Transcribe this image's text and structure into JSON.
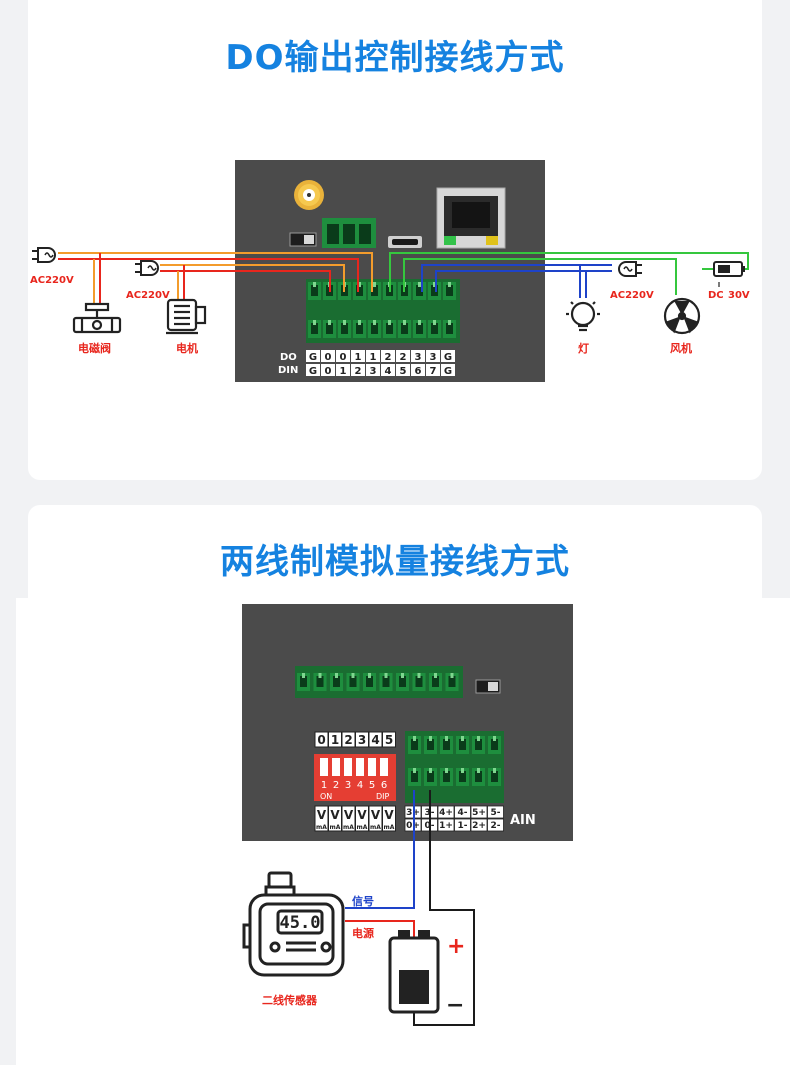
{
  "section1": {
    "title": "DO输出控制接线方式",
    "left_labels": {
      "ac_top": "AC220V",
      "ac_mid": "AC220V",
      "valve": "电磁阀",
      "motor": "电机"
    },
    "right_labels": {
      "ac": "AC220V",
      "dc": "DC",
      "dc_volt": "30V",
      "lamp": "灯",
      "fan": "风机"
    },
    "do_row": {
      "label": "DO",
      "cells": [
        "G",
        "0",
        "0",
        "1",
        "1",
        "2",
        "2",
        "3",
        "3",
        "G"
      ]
    },
    "din_row": {
      "label": "DIN",
      "cells": [
        "G",
        "0",
        "1",
        "2",
        "3",
        "4",
        "5",
        "6",
        "7",
        "G"
      ]
    }
  },
  "section2": {
    "title": "两线制模拟量接线方式",
    "dip_numbers": [
      "0",
      "1",
      "2",
      "3",
      "4",
      "5"
    ],
    "dip_switch_numbers": [
      "1",
      "2",
      "3",
      "4",
      "5",
      "6"
    ],
    "dip_on": "ON",
    "dip_label": "DIP",
    "vma_top": [
      "V",
      "V",
      "V",
      "V",
      "V",
      "V"
    ],
    "vma_bottom": [
      "mA",
      "mA",
      "mA",
      "mA",
      "mA",
      "mA"
    ],
    "ain_top": [
      "3+",
      "3-",
      "4+",
      "4-",
      "5+",
      "5-"
    ],
    "ain_bottom": [
      "0+",
      "0-",
      "1+",
      "1-",
      "2+",
      "2-"
    ],
    "ain_label": "AIN",
    "meter_value": "45.0",
    "signal_label": "信号",
    "power_label": "电源",
    "sensor_label": "二线传感器",
    "plus": "+",
    "minus": "−"
  },
  "colors": {
    "title": "#1582e0",
    "panel": "#4b4b4b",
    "terminal": "#1e8e3e",
    "label_red": "#e8261d",
    "wire_orange": "#f39c2c",
    "wire_red": "#e8261d",
    "wire_green": "#35c73e",
    "wire_blue": "#1e43c9"
  }
}
